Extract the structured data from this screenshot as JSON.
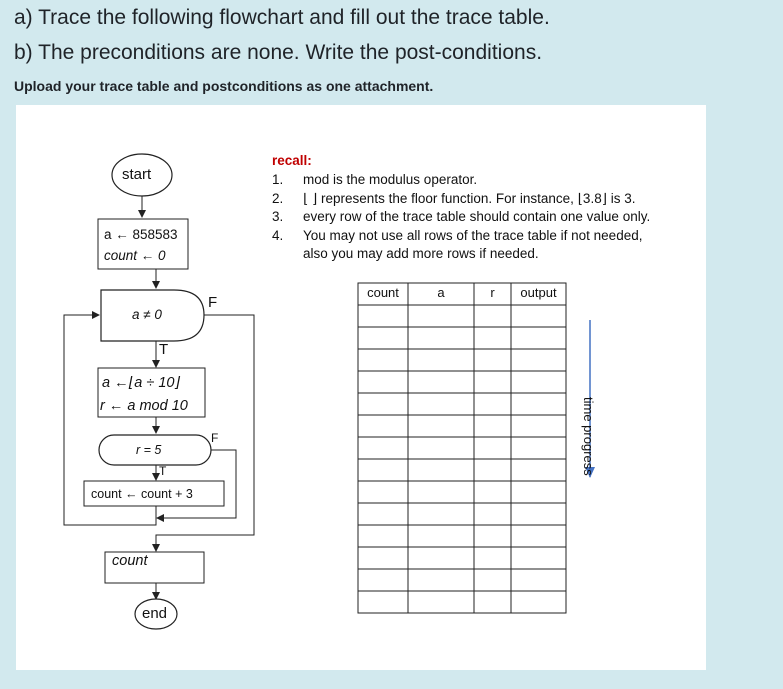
{
  "question": {
    "a": "a) Trace the following flowchart and fill out the trace table.",
    "b": "b) The preconditions are none. Write the post-conditions.",
    "upload_note": "Upload your trace table and postconditions as one attachment."
  },
  "flowchart": {
    "start": "start",
    "init_a": "a ← 858583",
    "init_count": "count ← 0",
    "cond1": "a ≠ 0",
    "cond1_true": "T",
    "cond1_false": "F",
    "step_a": "a ←⌊a ÷ 10⌋",
    "step_r": "r ← a mod 10",
    "cond2": "r = 5",
    "cond2_true": "T",
    "cond2_false": "F",
    "step_count": "count ← count + 3",
    "output": "count",
    "end": "end"
  },
  "recall": {
    "title": "recall:",
    "items": [
      {
        "num": "1.",
        "text": "mod is the modulus operator."
      },
      {
        "num": "2.",
        "text": "⌊ ⌋ represents the floor function. For instance, ⌊3.8⌋ is 3."
      },
      {
        "num": "3.",
        "text": "every row of the trace table should contain one value only."
      },
      {
        "num": "4.",
        "text": "You may not use all rows of the trace table if not needed,"
      },
      {
        "num": "",
        "text": "also you may add more rows if needed."
      }
    ]
  },
  "trace_table": {
    "headers": [
      "count",
      "a",
      "r",
      "output"
    ],
    "empty_rows": 14
  },
  "time_progress": "time progress",
  "colors": {
    "background": "#d2e9ee",
    "panel": "#ffffff",
    "recall_title": "#c00000",
    "time_arrow": "#4472c4"
  }
}
